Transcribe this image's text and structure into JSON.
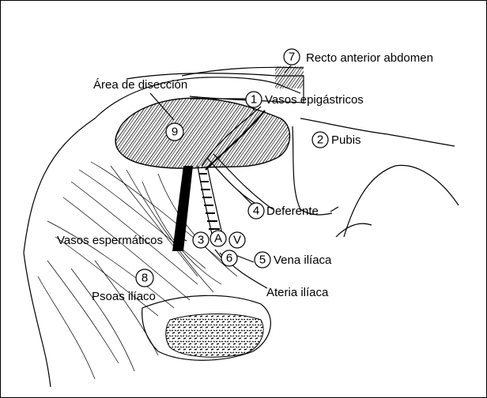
{
  "labels": {
    "recto": "Recto anterior abdomen",
    "area": "Área de disección",
    "vasos_epi": "Vasos epigástricos",
    "pubis": "Pubis",
    "deferente": "Deferente",
    "vasos_esp": "Vasos espermáticos",
    "vena": "Vena ilíaca",
    "ateria": "Ateria ilíaca",
    "psoas": "Psoas ilíaco"
  },
  "markers": {
    "m1": "1",
    "m2": "2",
    "m3": "3",
    "m4": "4",
    "m5": "5",
    "m6": "6",
    "m7": "7",
    "m8": "8",
    "m9": "9",
    "mA": "A",
    "mV": "V"
  }
}
